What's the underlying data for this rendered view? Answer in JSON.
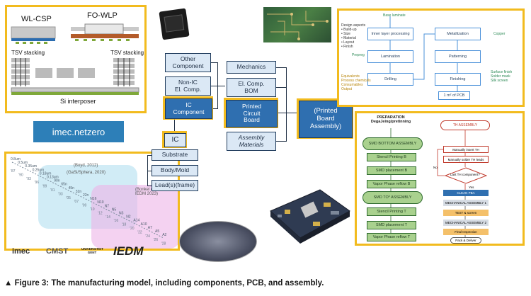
{
  "package": {
    "wlcsp": "WL-CSP",
    "fowlp": "FO-WLP",
    "tsv_left": "TSV stacking",
    "tsv_right": "TSV stacking",
    "interposer": "Si interposer"
  },
  "imec_netzero": "imec.netzero",
  "scaling": {
    "boyd": "(Boyd, 2012)",
    "gasi": "(GaSi/Sphera, 2020)",
    "bonkel": "(Bonkel et al.,\nIEDM 2023)",
    "nodes": [
      "0.8um",
      "0.5um",
      "0.35um",
      "0.25um",
      "0.18um",
      "0.13um",
      "90n",
      "65n",
      "45n",
      "32n",
      "22n",
      "N16",
      "N10",
      "N7",
      "N5",
      "N3",
      "N2",
      "A14",
      "A10",
      "A7",
      "A5",
      "A2"
    ],
    "years": [
      "'87",
      "'90",
      "'93",
      "'96",
      "'99",
      "'01",
      "'03",
      "'05",
      "'07",
      "'09",
      "'10",
      "'12",
      "'14",
      "'16",
      "'18",
      "'20",
      "'22",
      "'24",
      "'26",
      "'28"
    ],
    "logos": [
      "imec",
      "CMST",
      "UNIVERSITEIT GENT",
      "IEDM"
    ]
  },
  "tree": {
    "other_component": "Other\nComponent",
    "non_ic": "Non-IC\nEl. Comp.",
    "ic_component": "IC\nComponent",
    "ic": "IC",
    "substrate": "Substrate",
    "body_mold": "Body/Mold",
    "leadframe": "Lead(s)(frame)",
    "mechanics": "Mechanics",
    "el_comp_bom": "El. Comp.\nBOM",
    "pcb": "Printed\nCircuit\nBoard",
    "assembly_materials": "Assembly\nMaterials",
    "pcba": "(Printed\nBoard\nAssembly)"
  },
  "pcb_flow": {
    "base_laminate": "Base laminate",
    "design_aspects": "Design aspects\n• Build-up\n• Size\n• Material\n• Layout\n• Finish",
    "inner_layer": "Inner layer processing",
    "lamination": "Lamination",
    "drilling": "Drilling",
    "metallization": "Metallization",
    "patterning": "Patterning",
    "finishing": "Finishing",
    "one_m2": "1 m² of PCB",
    "prepreg": "Prepreg",
    "copper": "Copper",
    "surface_finish": "Surface finish\nSolder mask\nSilk screen",
    "legend": "Equivalents\nProcess chemicals\nConsumables\nOutput"
  },
  "assembly_flow": {
    "prep": "PREPARATION\nDegaJeing/pretinning",
    "smd_bottom": "SMD BOTTOM ASSEMBLY",
    "stencil_b": "Stencil Printing B",
    "smd_place_b": "SMD placement B",
    "vapor_b": "Vapor Phase reflow B",
    "smd_top": "SMD TO* ASSEMBLY",
    "stencil_t": "Stencil Printing T",
    "smd_place_t": "SMD placement T",
    "vapor_t": "Vapor Phase reflow T",
    "th_assembly": "TH ASSEMBLY",
    "manually_insert": "Manually insert TH",
    "manually_solder": "Manually solder TH leads",
    "last_th": "Last TH component?",
    "no": "No",
    "yes": "Yes",
    "clean": "CLEAN PBA",
    "mech1": "MECHANICAL ASSEMBLY 1",
    "test": "TEST & screen",
    "mech2": "MECHANICAL ASSEMBLY 2",
    "final": "Final Inspection",
    "pack": "Pack & Deliver"
  },
  "caption": "▲ Figure 3: The manufacturing model, including components, PCB, and assembly."
}
